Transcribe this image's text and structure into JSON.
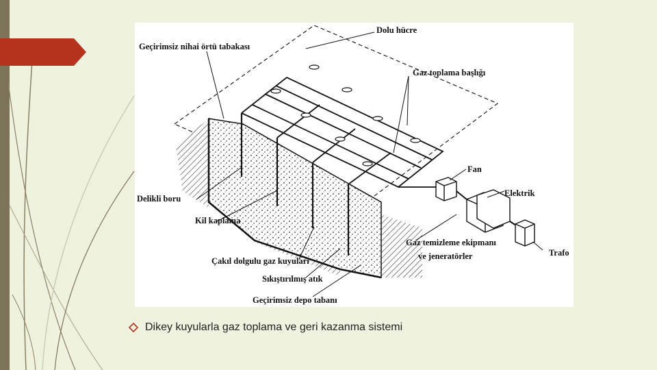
{
  "figure": {
    "labels": {
      "dolu_hucre": "Dolu hücre",
      "ortu": "Geçirimsiz nihai örtü tabakası",
      "baslik": "Gaz toplama başlığı",
      "fan": "Fan",
      "elektrik": "Elektrik",
      "delikli": "Delikli boru",
      "kil": "Kil kaplama",
      "ekipman_1": "Gaz temizleme ekipmanı",
      "ekipman_2": "ve jeneratörler",
      "trafo": "Trafo",
      "cakil": "Çakıl dolgulu gaz kuyuları",
      "atik": "Sıkıştırılmış atık",
      "taban": "Geçirimsiz depo tabanı"
    }
  },
  "caption": {
    "bullet_icon": "diamond-bullet-icon",
    "text": "Dikey kuyularla gaz toplama ve geri kazanma sistemi"
  },
  "theme": {
    "background": "#eef2df",
    "left_bar": "#7d7359",
    "accent_arrow": "#b5321d"
  }
}
